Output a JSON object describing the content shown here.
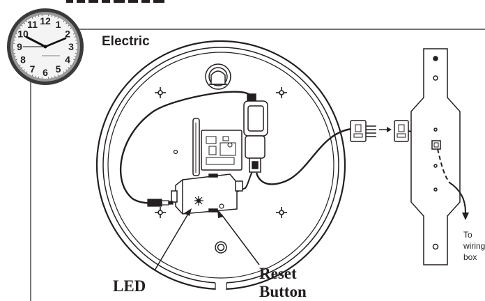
{
  "heading": {
    "label": "Electric"
  },
  "callouts": {
    "led": "LED",
    "reset_line1": "Reset",
    "reset_line2": "Button"
  },
  "wiring_note": {
    "line1": "To",
    "line2": "wiring",
    "line3": "box"
  },
  "thumbnail_clock": {
    "numerals": [
      "12",
      "1",
      "2",
      "3",
      "4",
      "5",
      "6",
      "7",
      "8",
      "9",
      "10",
      "11"
    ]
  }
}
